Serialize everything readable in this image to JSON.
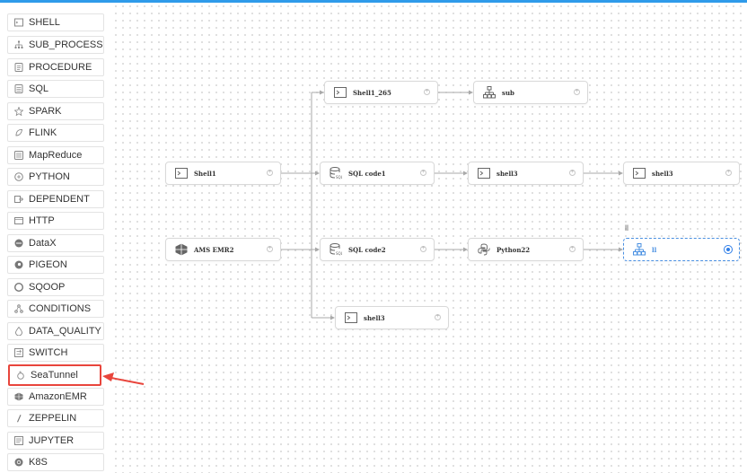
{
  "sidebar": {
    "items": [
      {
        "label": "SHELL",
        "icon": "shell-icon"
      },
      {
        "label": "SUB_PROCESS",
        "icon": "sub-process-icon"
      },
      {
        "label": "PROCEDURE",
        "icon": "procedure-icon"
      },
      {
        "label": "SQL",
        "icon": "sql-icon"
      },
      {
        "label": "SPARK",
        "icon": "spark-icon"
      },
      {
        "label": "FLINK",
        "icon": "flink-icon"
      },
      {
        "label": "MapReduce",
        "icon": "mapreduce-icon"
      },
      {
        "label": "PYTHON",
        "icon": "python-icon"
      },
      {
        "label": "DEPENDENT",
        "icon": "dependent-icon"
      },
      {
        "label": "HTTP",
        "icon": "http-icon"
      },
      {
        "label": "DataX",
        "icon": "datax-icon"
      },
      {
        "label": "PIGEON",
        "icon": "pigeon-icon"
      },
      {
        "label": "SQOOP",
        "icon": "sqoop-icon"
      },
      {
        "label": "CONDITIONS",
        "icon": "conditions-icon"
      },
      {
        "label": "DATA_QUALITY",
        "icon": "data-quality-icon"
      },
      {
        "label": "SWITCH",
        "icon": "switch-icon"
      },
      {
        "label": "SeaTunnel",
        "icon": "seatunnel-icon",
        "highlighted": true
      },
      {
        "label": "AmazonEMR",
        "icon": "amazon-emr-icon"
      },
      {
        "label": "ZEPPELIN",
        "icon": "zeppelin-icon"
      },
      {
        "label": "JUPYTER",
        "icon": "jupyter-icon"
      },
      {
        "label": "K8S",
        "icon": "k8s-icon"
      }
    ]
  },
  "canvas": {
    "nodes": [
      {
        "id": "shell1",
        "label": "Shell1",
        "icon": "shell-icon"
      },
      {
        "id": "ams",
        "label": "AMS EMR2",
        "icon": "amazon-emr-icon"
      },
      {
        "id": "shell265",
        "label": "Shell1_265",
        "icon": "shell-icon"
      },
      {
        "id": "sub",
        "label": "sub",
        "icon": "sub-process-icon"
      },
      {
        "id": "sql1",
        "label": "SQL code1",
        "icon": "sql-icon"
      },
      {
        "id": "shell3a",
        "label": "shell3",
        "icon": "shell-icon"
      },
      {
        "id": "shell3b",
        "label": "shell3",
        "icon": "shell-icon"
      },
      {
        "id": "sql2",
        "label": "SQL code2",
        "icon": "sql-icon"
      },
      {
        "id": "py22",
        "label": "Python22",
        "icon": "python-icon"
      },
      {
        "id": "ll",
        "label": "ll",
        "icon": "sub-process-icon",
        "selected": true
      },
      {
        "id": "shell3c",
        "label": "shell3",
        "icon": "shell-icon"
      }
    ],
    "selected_node_caption": "ll"
  },
  "colors": {
    "accent": "#2f9bea",
    "highlight": "#e8453c",
    "selected": "#4a90e2"
  }
}
